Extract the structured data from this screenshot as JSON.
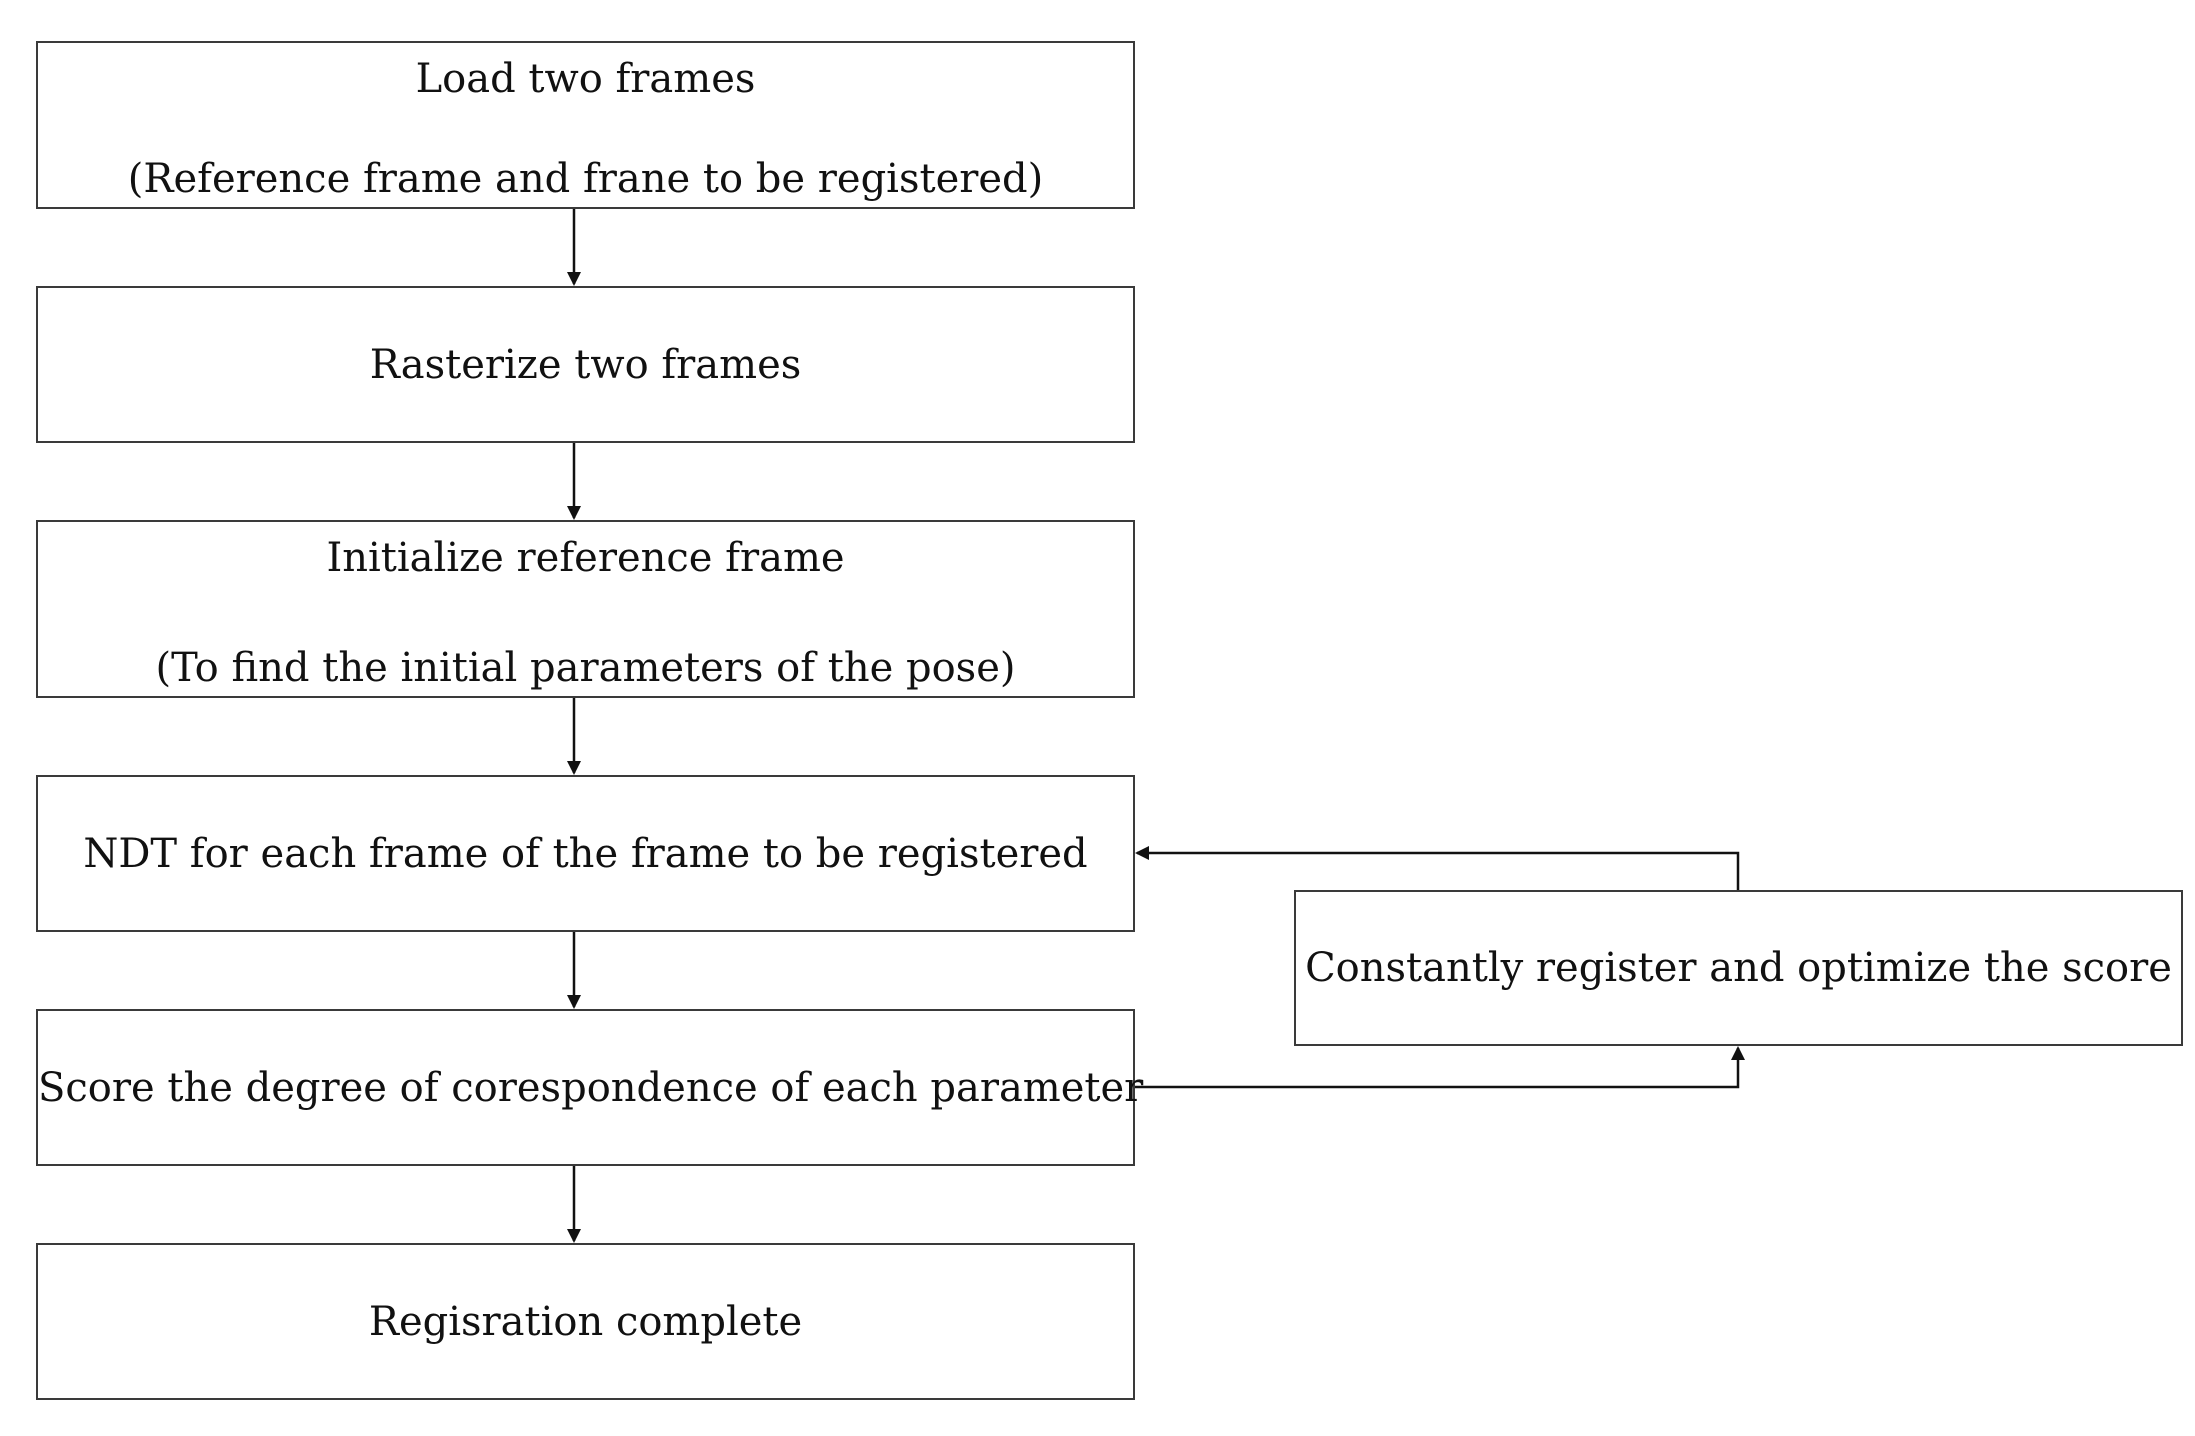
{
  "steps": {
    "load": {
      "line1": "Load two frames",
      "line2": "(Reference frame and frane to be registered)"
    },
    "rasterize": {
      "text": "Rasterize two frames"
    },
    "initialize": {
      "line1": "Initialize reference frame",
      "line2": "(To find the initial parameters of the pose)"
    },
    "ndt": {
      "text": "NDT for each frame of the frame to be registered"
    },
    "score": {
      "text": "Score the degree of corespondence of each parameter"
    },
    "complete": {
      "text": "Regisration complete"
    }
  },
  "feedback": {
    "text": "Constantly register and optimize the score"
  }
}
